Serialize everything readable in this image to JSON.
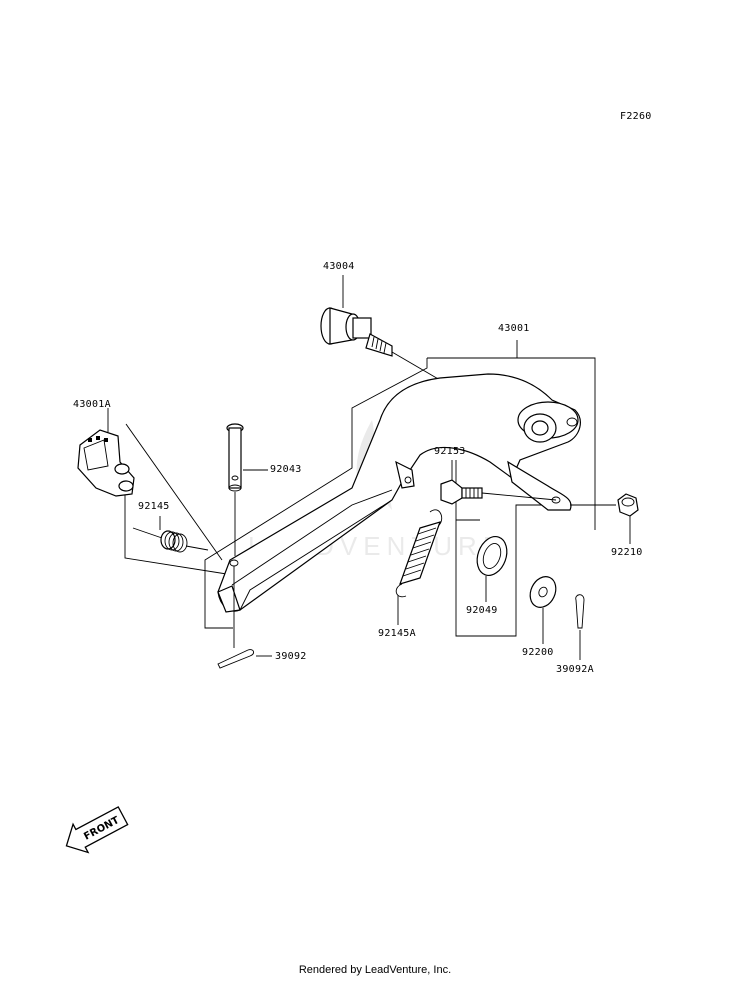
{
  "figure_code": "F2260",
  "parts": [
    {
      "id": "p-43004",
      "number": "43004",
      "description": "shaft"
    },
    {
      "id": "p-43001",
      "number": "43001",
      "description": "brake pedal"
    },
    {
      "id": "p-43001a",
      "number": "43001A",
      "description": "pedal pad"
    },
    {
      "id": "p-92043",
      "number": "92043",
      "description": "pin"
    },
    {
      "id": "p-92145",
      "number": "92145",
      "description": "torsion spring"
    },
    {
      "id": "p-92153",
      "number": "92153",
      "description": "bolt"
    },
    {
      "id": "p-92145a",
      "number": "92145A",
      "description": "extension spring"
    },
    {
      "id": "p-92049",
      "number": "92049",
      "description": "oil seal"
    },
    {
      "id": "p-92210",
      "number": "92210",
      "description": "nut"
    },
    {
      "id": "p-92200",
      "number": "92200",
      "description": "washer"
    },
    {
      "id": "p-39092",
      "number": "39092",
      "description": "cotter pin"
    },
    {
      "id": "p-39092a",
      "number": "39092A",
      "description": "cotter pin"
    }
  ],
  "labels": {
    "l43004": "43004",
    "l43001": "43001",
    "l43001a": "43001A",
    "l92043": "92043",
    "l92145": "92145",
    "l92153": "92153",
    "l92145a": "92145A",
    "l92049": "92049",
    "l92210": "92210",
    "l92200": "92200",
    "l39092": "39092",
    "l39092a": "39092A"
  },
  "front_arrow": "FRONT",
  "footer": "Rendered by LeadVenture, Inc.",
  "watermark": "LEADVENTURE"
}
